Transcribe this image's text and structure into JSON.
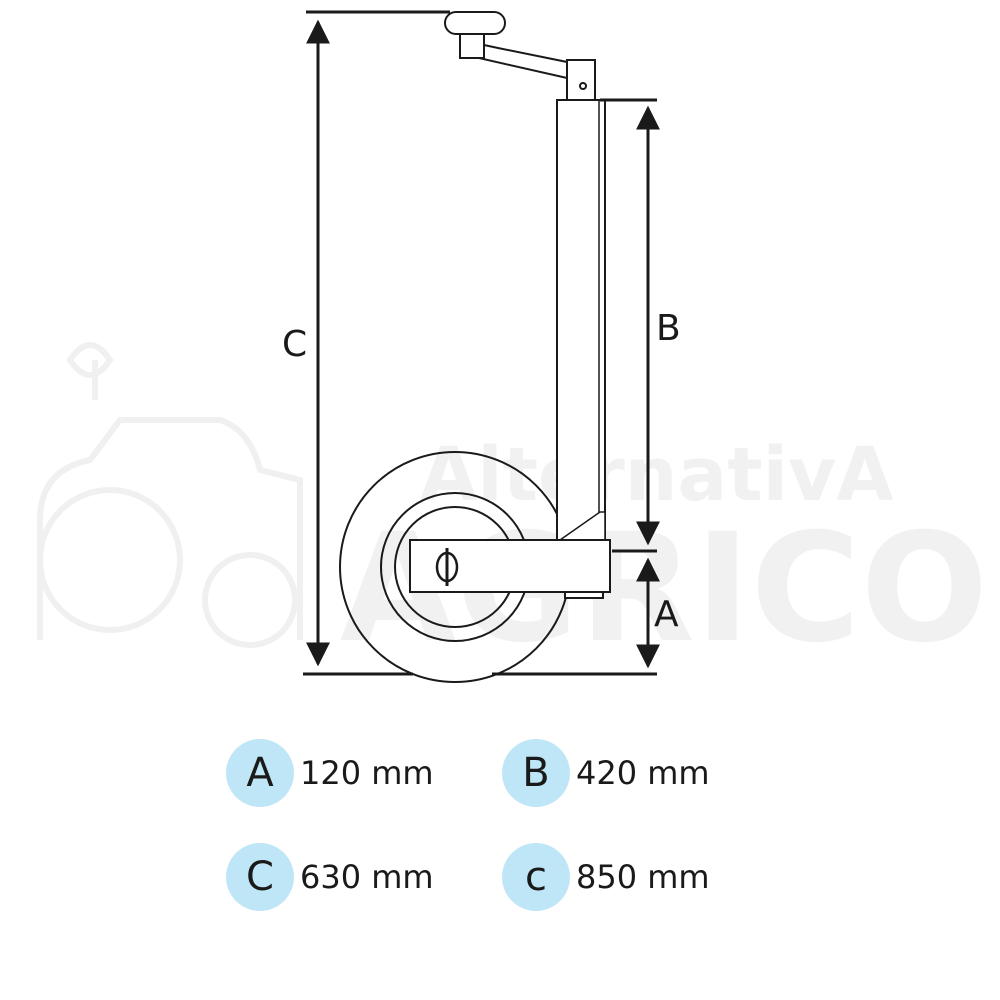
{
  "diagram": {
    "dimension_labels": {
      "A": "A",
      "B": "B",
      "C": "C"
    },
    "watermark": {
      "line1": "AlternativA",
      "line2": "AGRICOLA"
    }
  },
  "legend": {
    "items": [
      {
        "letter": "A",
        "value": "120 mm"
      },
      {
        "letter": "B",
        "value": "420 mm"
      },
      {
        "letter": "C",
        "value": "630 mm"
      },
      {
        "letter": "c",
        "value": "850 mm"
      }
    ]
  },
  "colors": {
    "line": "#1a1a1a",
    "badge": "#bfe6f7",
    "watermark": "#f1f1f1"
  }
}
